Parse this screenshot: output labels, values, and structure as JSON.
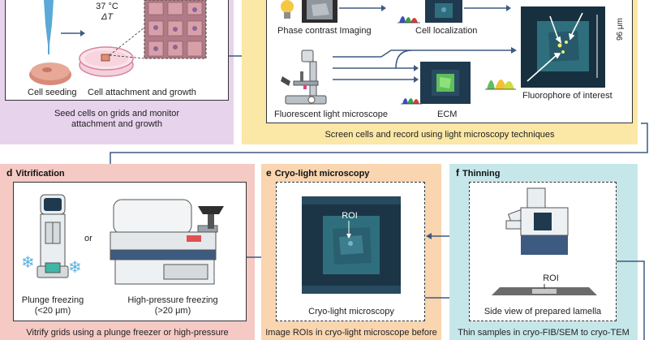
{
  "panel_a": {
    "temperature": "37 °C",
    "delta_t": "ΔT",
    "label_seeding": "Cell seeding",
    "label_attachment": "Cell attachment and growth",
    "caption_line1": "Seed cells on grids and monitor",
    "caption_line2": "attachment and growth",
    "color_bg": "#e7d3ec"
  },
  "panel_c": {
    "label_phase": "Phase contrast Imaging",
    "label_localization": "Cell localization",
    "label_microscope": "Fluorescent light microscope",
    "label_ecm": "ECM",
    "label_fluorophore": "Fluorophore of interest",
    "scale": "96 μm",
    "caption": "Screen cells and record using light microscopy techniques",
    "color_bg": "#fbe7a6"
  },
  "panel_d": {
    "letter": "d",
    "title": "Vitrification",
    "label_or": "or",
    "label_plunge1": "Plunge freezing",
    "label_plunge2": "(<20 μm)",
    "label_hpf1": "High-pressure freezing",
    "label_hpf2": "(>20 μm)",
    "caption": "Vitrify grids using a plunge freezer or high-pressure",
    "color_bg": "#f5c9c4"
  },
  "panel_e": {
    "letter": "e",
    "title": "Cryo-light microscopy",
    "roi": "ROI",
    "label": "Cryo-light microscopy",
    "caption": "Image ROIs in cryo-light microscope before",
    "color_bg": "#f9d5b0"
  },
  "panel_f": {
    "letter": "f",
    "title": "Thinning",
    "label_fib": "cryo-FIB/SEM",
    "roi": "ROI",
    "label_lamella": "Side view of prepared lamella",
    "caption": "Thin samples in cryo-FIB/SEM to cryo-TEM",
    "color_bg": "#c6e7ea"
  },
  "colors": {
    "arrow": "#3d5a80",
    "grid_dark": "#1f3a4f",
    "grid_teal": "#2f6f7d"
  }
}
